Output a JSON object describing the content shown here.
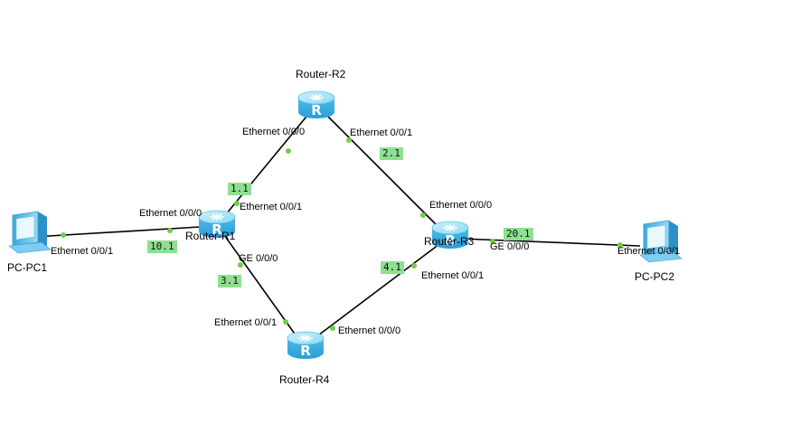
{
  "devices": {
    "r1": {
      "name": "Router-R1"
    },
    "r2": {
      "name": "Router-R2"
    },
    "r3": {
      "name": "Router-R3"
    },
    "r4": {
      "name": "Router-R4"
    },
    "pc1": {
      "name": "PC-PC1"
    },
    "pc2": {
      "name": "PC-PC2"
    }
  },
  "interfaces": {
    "pc1_e001": "Ethernet 0/0/1",
    "r1_e000": "Ethernet 0/0/0",
    "r1_e001": "Ethernet 0/0/1",
    "r1_ge000": "GE 0/0/0",
    "r2_e000": "Ethernet 0/0/0",
    "r2_e001": "Ethernet 0/0/1",
    "r3_e000": "Ethernet 0/0/0",
    "r3_e001": "Ethernet 0/0/1",
    "r3_ge000": "GE 0/0/0",
    "r4_e001": "Ethernet 0/0/1",
    "r4_e000": "Ethernet 0/0/0",
    "pc2_e001": "Ethernet 0/0/1"
  },
  "ip_tags": {
    "t10_1": "10.1",
    "t1_1": "1.1",
    "t2_1": "2.1",
    "t3_1": "3.1",
    "t4_1": "4.1",
    "t20_1": "20.1"
  },
  "colors": {
    "link": "#000000",
    "port_dot": "#6fcf4a",
    "ip_tag_bg": "#8de08f",
    "router_body": "#5bc3ea",
    "router_top": "#9fe0f7"
  }
}
